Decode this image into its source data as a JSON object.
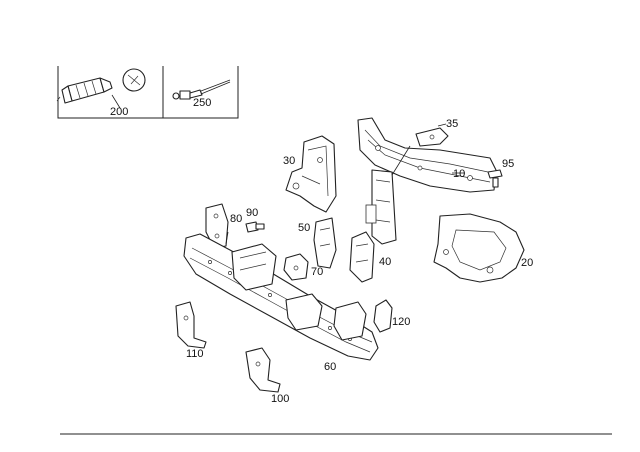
{
  "callouts": {
    "c200": "200",
    "c250": "250",
    "c35": "35",
    "c95": "95",
    "c10": "10",
    "c30": "30",
    "c80": "80",
    "c90": "90",
    "c50": "50",
    "c70": "70",
    "c40": "40",
    "c20": "20",
    "c120": "120",
    "c110": "110",
    "c60": "60",
    "c100": "100"
  }
}
